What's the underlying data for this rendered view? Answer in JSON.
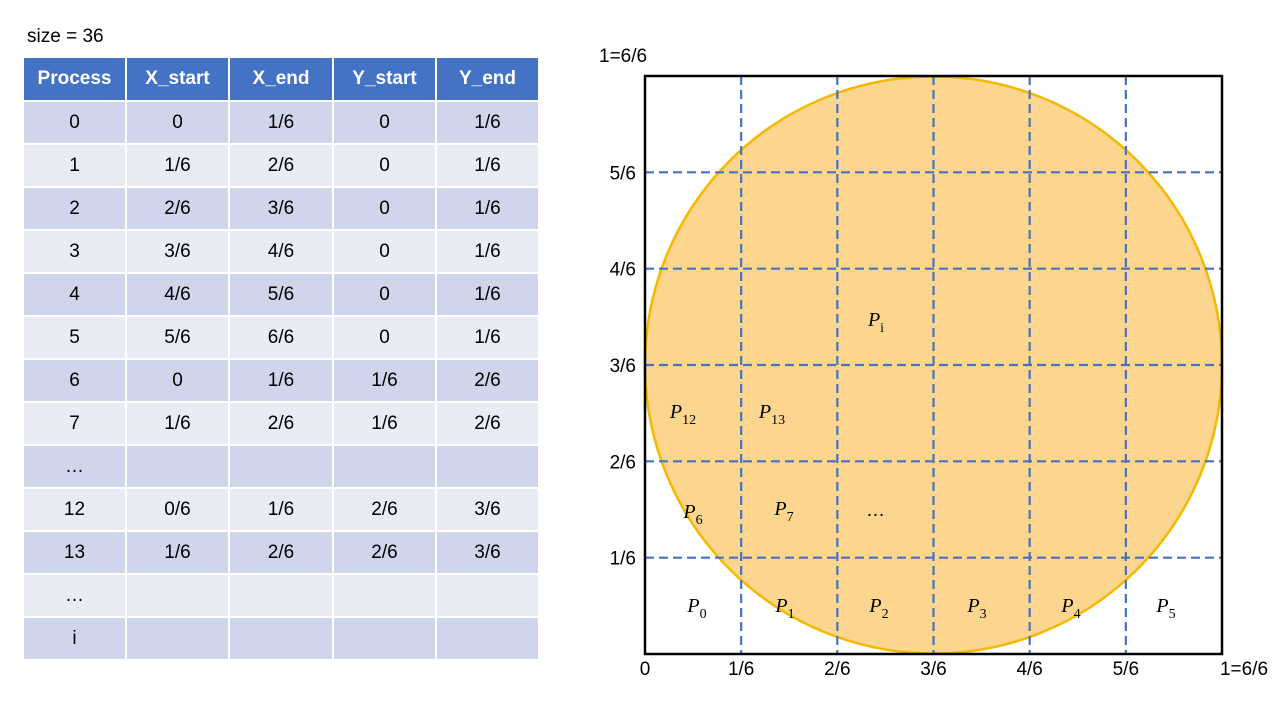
{
  "size_label": "size = 36",
  "table": {
    "headers": [
      "Process",
      "X_start",
      "X_end",
      "Y_start",
      "Y_end"
    ],
    "rows": [
      [
        "0",
        "0",
        "1/6",
        "0",
        "1/6"
      ],
      [
        "1",
        "1/6",
        "2/6",
        "0",
        "1/6"
      ],
      [
        "2",
        "2/6",
        "3/6",
        "0",
        "1/6"
      ],
      [
        "3",
        "3/6",
        "4/6",
        "0",
        "1/6"
      ],
      [
        "4",
        "4/6",
        "5/6",
        "0",
        "1/6"
      ],
      [
        "5",
        "5/6",
        "6/6",
        "0",
        "1/6"
      ],
      [
        "6",
        "0",
        "1/6",
        "1/6",
        "2/6"
      ],
      [
        "7",
        "1/6",
        "2/6",
        "1/6",
        "2/6"
      ],
      [
        "…",
        "",
        "",
        "",
        ""
      ],
      [
        "12",
        "0/6",
        "1/6",
        "2/6",
        "3/6"
      ],
      [
        "13",
        "1/6",
        "2/6",
        "2/6",
        "3/6"
      ],
      [
        "…",
        "",
        "",
        "",
        ""
      ],
      [
        "i",
        "",
        "",
        "",
        ""
      ]
    ]
  },
  "diagram": {
    "x_axis_labels": [
      "0",
      "1/6",
      "2/6",
      "3/6",
      "4/6",
      "5/6",
      "1=6/6"
    ],
    "y_axis_labels": [
      "1/6",
      "2/6",
      "3/6",
      "4/6",
      "5/6",
      "1=6/6"
    ],
    "process_labels": [
      {
        "base": "P",
        "sub": "0"
      },
      {
        "base": "P",
        "sub": "1"
      },
      {
        "base": "P",
        "sub": "2"
      },
      {
        "base": "P",
        "sub": "3"
      },
      {
        "base": "P",
        "sub": "4"
      },
      {
        "base": "P",
        "sub": "5"
      },
      {
        "base": "P",
        "sub": "6"
      },
      {
        "base": "P",
        "sub": "7"
      },
      {
        "base": "P",
        "sub": "12"
      },
      {
        "base": "P",
        "sub": "13"
      },
      {
        "base": "P",
        "sub": "i"
      }
    ],
    "ellipsis": "…",
    "colors": {
      "circle_fill": "#fcd68f",
      "circle_stroke": "#f5b800",
      "grid": "#4472c4",
      "frame": "#000000",
      "header_bg": "#4472c4",
      "row_dark": "#cfd5ea",
      "row_light": "#e9ebf5"
    }
  }
}
